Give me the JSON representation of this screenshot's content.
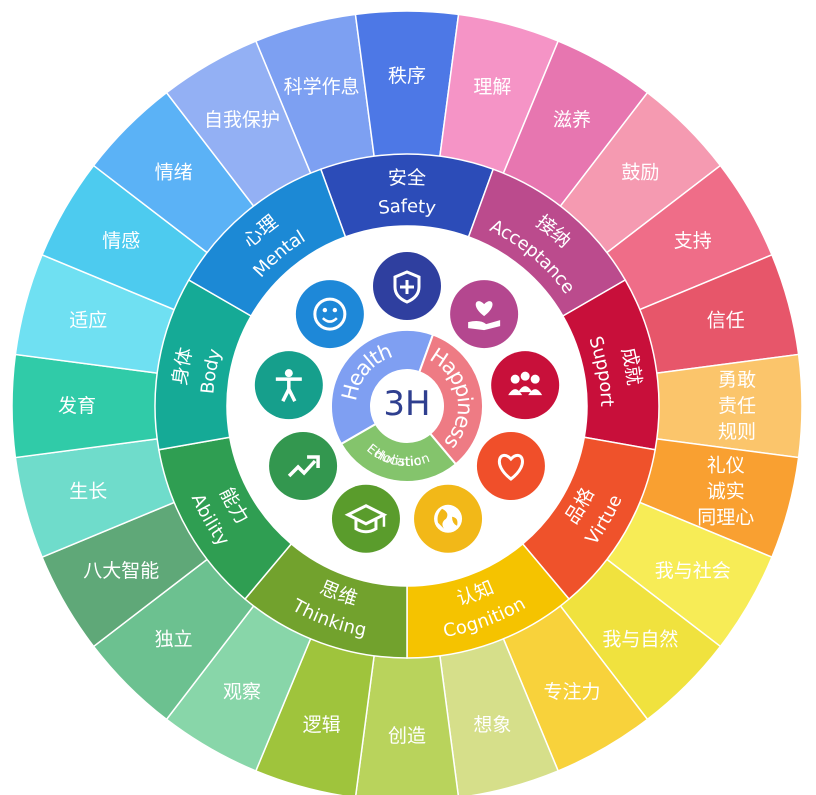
{
  "center": {
    "title": "3H"
  },
  "core_ring": [
    {
      "label": "Health",
      "color": "#7f9ff2"
    },
    {
      "label": "Happiness",
      "color": "#ee7b84"
    },
    {
      "label": "Holistic Education",
      "color": "#84c46c"
    }
  ],
  "icons": [
    {
      "name": "shield-plus-icon",
      "color": "#2f3f9f"
    },
    {
      "name": "heart-hand-icon",
      "color": "#b4478f"
    },
    {
      "name": "people-group-icon",
      "color": "#c8103a"
    },
    {
      "name": "heart-icon",
      "color": "#f04f2a"
    },
    {
      "name": "globe-icon",
      "color": "#f2b818"
    },
    {
      "name": "graduation-cap-icon",
      "color": "#5a9c2c"
    },
    {
      "name": "trend-arrow-icon",
      "color": "#33974f"
    },
    {
      "name": "person-icon",
      "color": "#169f8c"
    },
    {
      "name": "smiley-icon",
      "color": "#1e88d8"
    }
  ],
  "middle_ring": [
    {
      "cn": "安全",
      "en": "Safety",
      "color": "#2c4cb8"
    },
    {
      "cn": "接纳",
      "en": "Acceptance",
      "color": "#bb4b8d"
    },
    {
      "cn": "成就",
      "en": "Support",
      "color": "#c80f3a"
    },
    {
      "cn": "品格",
      "en": "Virtue",
      "color": "#ef522b"
    },
    {
      "cn": "认知",
      "en": "Cognition",
      "color": "#f5c300"
    },
    {
      "cn": "思维",
      "en": "Thinking",
      "color": "#72a22d"
    },
    {
      "cn": "能力",
      "en": "Ability",
      "color": "#2f9e52"
    },
    {
      "cn": "身体",
      "en": "Body",
      "color": "#15aa96"
    },
    {
      "cn": "心理",
      "en": "Mental",
      "color": "#1c89d5"
    }
  ],
  "outer_ring": [
    {
      "label": "科学作息",
      "color": "#7da0f2"
    },
    {
      "label": "秩序",
      "color": "#4d78e6"
    },
    {
      "label": "理解",
      "color": "#f594c6"
    },
    {
      "label": "滋养",
      "color": "#e776b0"
    },
    {
      "label": "鼓励",
      "color": "#f59ab1"
    },
    {
      "label": "支持",
      "color": "#ef6d88"
    },
    {
      "label": "信任",
      "color": "#e7566a"
    },
    {
      "label": "勇敢 责任 规则",
      "color": "#fbc56b"
    },
    {
      "label": "礼仪 诚实 同理心",
      "color": "#f9a031"
    },
    {
      "label": "我与社会",
      "color": "#f7ec56"
    },
    {
      "label": "我与自然",
      "color": "#f0e23e"
    },
    {
      "label": "专注力",
      "color": "#f8d23b"
    },
    {
      "label": "想象",
      "color": "#d6df8a"
    },
    {
      "label": "创造",
      "color": "#b9d35c"
    },
    {
      "label": "逻辑",
      "color": "#9fc43c"
    },
    {
      "label": "观察",
      "color": "#88d6a9"
    },
    {
      "label": "独立",
      "color": "#6cc190"
    },
    {
      "label": "八大智能",
      "color": "#5fa878"
    },
    {
      "label": "生长",
      "color": "#6fdccb"
    },
    {
      "label": "发育",
      "color": "#30cba8"
    },
    {
      "label": "适应",
      "color": "#6fe0f2"
    },
    {
      "label": "情感",
      "color": "#4dcbef"
    },
    {
      "label": "情绪",
      "color": "#5bb2f6"
    },
    {
      "label": "自我保护",
      "color": "#93b0f4"
    }
  ]
}
